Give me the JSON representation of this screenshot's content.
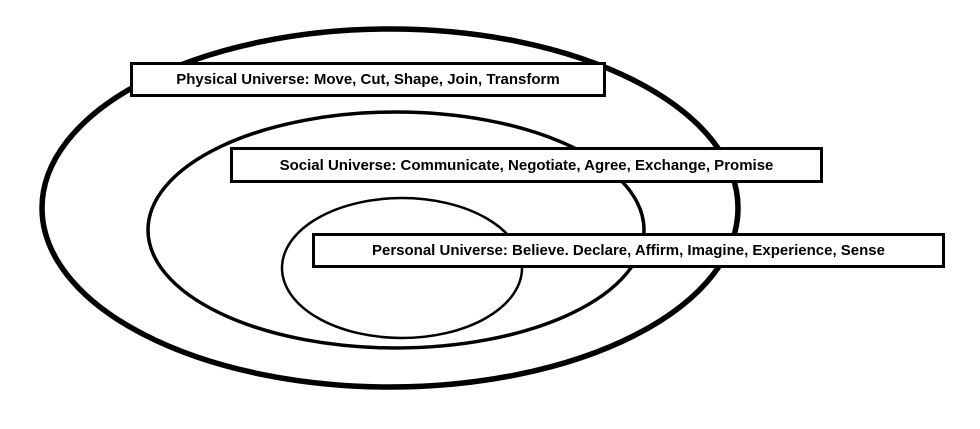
{
  "diagram": {
    "description": "Nested universes diagram with three concentric ellipses and label boxes",
    "background_color": "#ffffff",
    "stroke_color": "#000000",
    "rings": [
      {
        "id": "physical",
        "label": "Physical Universe: Move, Cut, Shape, Join, Transform"
      },
      {
        "id": "social",
        "label": "Social Universe: Communicate, Negotiate, Agree, Exchange, Promise"
      },
      {
        "id": "personal",
        "label": "Personal Universe: Believe. Declare, Affirm, Imagine, Experience, Sense"
      }
    ]
  }
}
